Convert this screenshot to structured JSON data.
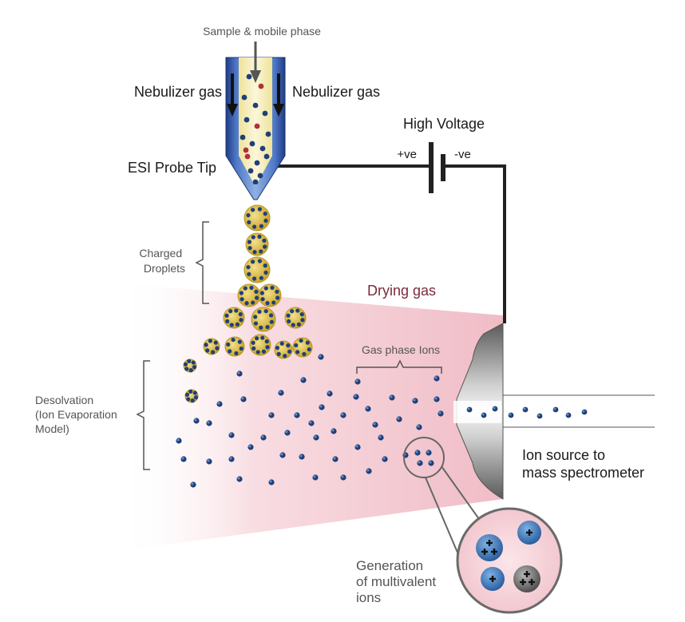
{
  "labels": {
    "sample": "Sample & mobile phase",
    "nebulizer_left": "Nebulizer gas",
    "nebulizer_right": "Nebulizer gas",
    "high_voltage": "High Voltage",
    "positive": "+ve",
    "negative": "-ve",
    "probe_tip": "ESI Probe Tip",
    "charged_droplets": [
      "Charged",
      "Droplets"
    ],
    "drying_gas": "Drying gas",
    "gas_phase_ions": "Gas phase Ions",
    "desolvation": [
      "Desolvation",
      "(Ion Evaporation",
      "Model)"
    ],
    "ion_source": [
      "Ion source to",
      "mass spectrometer"
    ],
    "multivalent": [
      "Generation",
      "of multivalent",
      "ions"
    ]
  },
  "colors": {
    "probe_outer": "#2e4f9e",
    "probe_inner": "#f6efb8",
    "droplet": "#e3c33a",
    "ion": "#1f3f7a",
    "ion_light": "#5c8fc9",
    "plume": "#f3c3cc",
    "wire": "#222222",
    "cone": "#9a9a9a",
    "drying_gas_text": "#7a2a3c"
  },
  "icons": [
    "positive-charge-icon",
    "negative-charge-icon"
  ]
}
